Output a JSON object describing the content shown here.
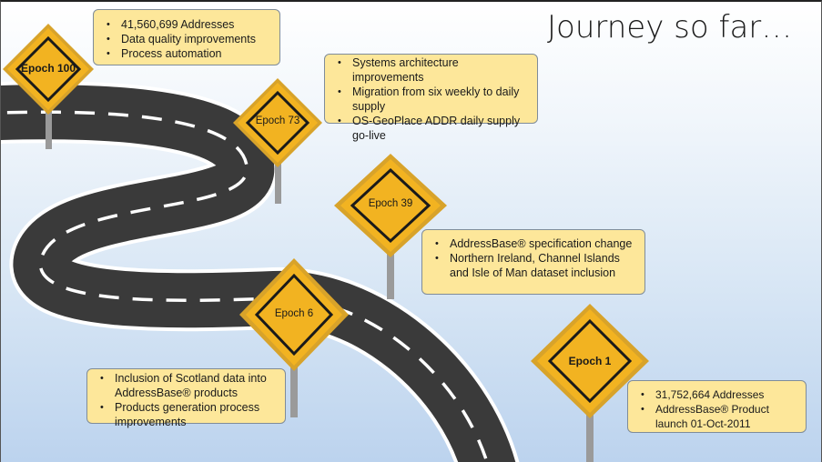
{
  "title": "Journey so far…",
  "colors": {
    "sign_fill": "#f2b321",
    "sign_frame": "#d8a32a",
    "sign_border": "#1a1a1a",
    "road": "#3a3a3a",
    "box_fill": "#fde79a"
  },
  "epochs": [
    {
      "label": "Epoch 100",
      "bold": true,
      "bullets": [
        "41,560,699 Addresses",
        "Data quality improvements",
        "Process automation"
      ]
    },
    {
      "label": "Epoch 73",
      "bold": false,
      "bullets": [
        "Systems architecture improvements",
        "Migration from six weekly to daily supply",
        "OS-GeoPlace ADDR daily supply go-live"
      ]
    },
    {
      "label": "Epoch 39",
      "bold": false,
      "bullets": [
        "AddressBase® specification change",
        "Northern Ireland, Channel Islands and Isle of Man dataset inclusion"
      ]
    },
    {
      "label": "Epoch 6",
      "bold": false,
      "bullets": [
        "Inclusion of Scotland data into AddressBase® products",
        "Products generation process improvements"
      ]
    },
    {
      "label": "Epoch 1",
      "bold": true,
      "bullets": [
        "31,752,664 Addresses",
        "AddressBase® Product launch 01-Oct-2011"
      ]
    }
  ]
}
